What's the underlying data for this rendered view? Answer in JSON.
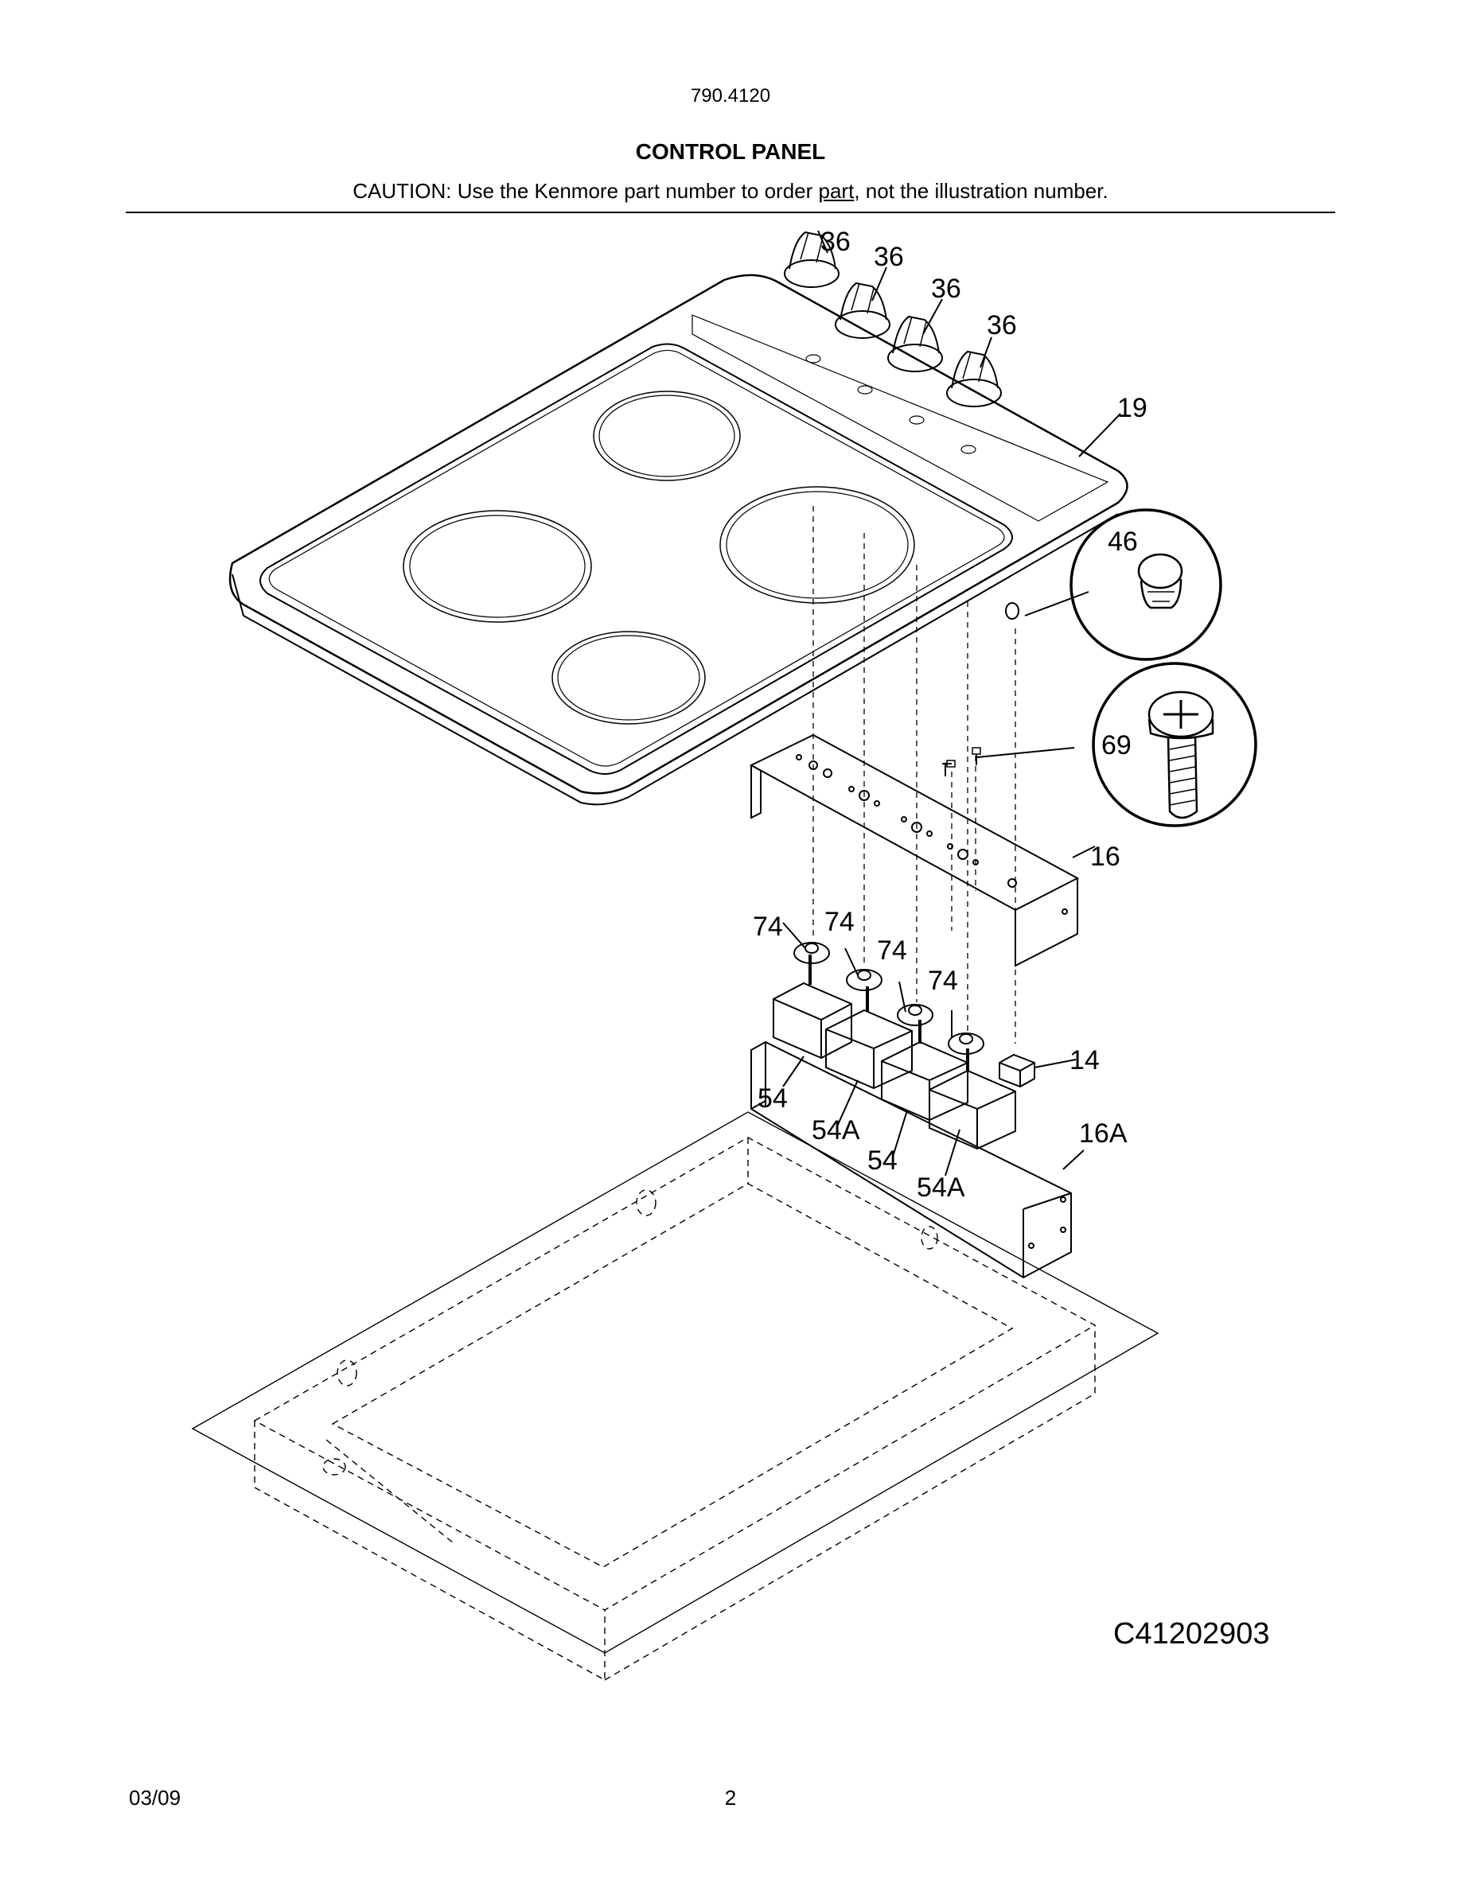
{
  "header": {
    "model_number": "790.4120",
    "section_title": "CONTROL PANEL",
    "caution_prefix": "CAUTION: Use the Kenmore part number to order ",
    "caution_underlined": "part",
    "caution_suffix": ", not the illustration number."
  },
  "diagram": {
    "figure_code": "C41202903",
    "callouts": [
      {
        "id": "knob-1",
        "label": "36"
      },
      {
        "id": "knob-2",
        "label": "36"
      },
      {
        "id": "knob-3",
        "label": "36"
      },
      {
        "id": "knob-4",
        "label": "36"
      },
      {
        "id": "cooktop",
        "label": "19"
      },
      {
        "id": "plug",
        "label": "46"
      },
      {
        "id": "screw",
        "label": "69"
      },
      {
        "id": "bracket",
        "label": "16"
      },
      {
        "id": "seal-1",
        "label": "74"
      },
      {
        "id": "seal-2",
        "label": "74"
      },
      {
        "id": "seal-3",
        "label": "74"
      },
      {
        "id": "seal-4",
        "label": "74"
      },
      {
        "id": "indicator-light",
        "label": "14"
      },
      {
        "id": "switch-1",
        "label": "54"
      },
      {
        "id": "switch-2",
        "label": "54A"
      },
      {
        "id": "switch-3",
        "label": "54"
      },
      {
        "id": "switch-4",
        "label": "54A"
      },
      {
        "id": "lower-bracket",
        "label": "16A"
      }
    ]
  },
  "footer": {
    "date": "03/09",
    "page": "2"
  }
}
